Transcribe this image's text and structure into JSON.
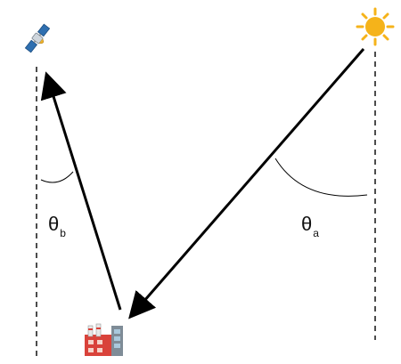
{
  "labels": {
    "theta_b": {
      "symbol": "θ",
      "subscript": "b"
    },
    "theta_a": {
      "symbol": "θ",
      "subscript": "a"
    }
  },
  "icons": {
    "satellite": "satellite-icon",
    "sun": "sun-icon",
    "factory": "factory-icon"
  },
  "colors": {
    "sun": "#f5b31a",
    "factory_red": "#d9423a",
    "satellite_panel": "#2f6fb0",
    "line": "#000000"
  }
}
